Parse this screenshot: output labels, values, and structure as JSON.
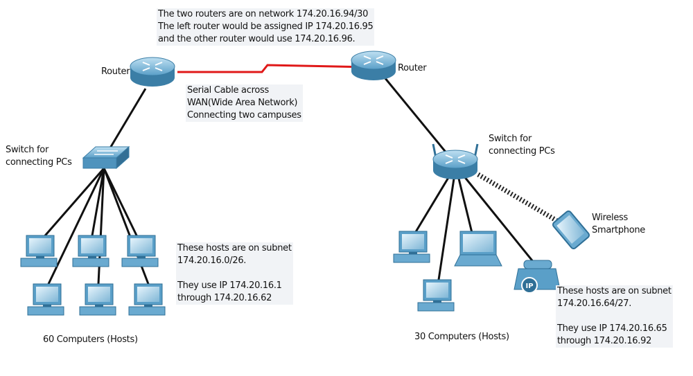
{
  "header_note": {
    "lines": [
      "The two routers are on network 174.20.16.94/30",
      "The left router would be assigned IP 174.20.16.95",
      "and the other router would use 174.20.16.96."
    ]
  },
  "left_site": {
    "router_label": "Router",
    "switch_label": [
      "Switch for",
      "connecting PCs"
    ],
    "hosts_caption": "60 Computers (Hosts)",
    "subnet_note": {
      "lines": [
        "These hosts are on subnet",
        "174.20.16.0/26.",
        "",
        "They use IP 174.20.16.1",
        "through 174.20.16.62"
      ]
    }
  },
  "right_site": {
    "router_label": "Router",
    "switch_label": [
      "Switch for",
      "connecting PCs"
    ],
    "wireless_label": [
      "Wireless",
      "Smartphone"
    ],
    "hosts_caption": "30 Computers (Hosts)",
    "ip_phone_badge": "IP",
    "subnet_note": {
      "lines": [
        "These hosts are on subnet",
        "174.20.16.64/27.",
        "",
        "They use IP 174.20.16.65",
        "through 174.20.16.92"
      ]
    }
  },
  "wan_link": {
    "lines": [
      "Serial Cable across",
      "WAN(Wide Area Network)",
      "Connecting two campuses"
    ],
    "color": "#e01818"
  },
  "colors": {
    "device_blue": "#5a9fc8",
    "device_dark": "#2f6f96",
    "cable": "#111111"
  }
}
